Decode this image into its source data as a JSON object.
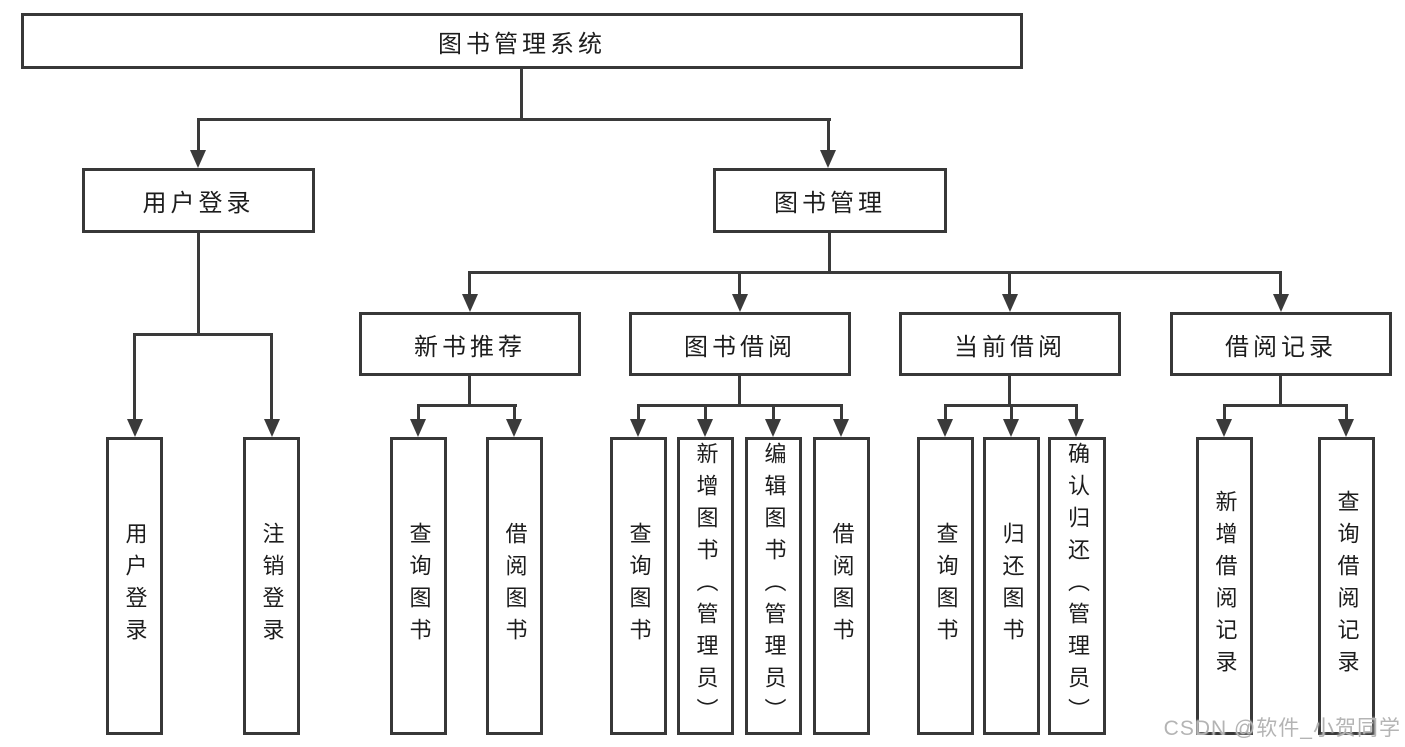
{
  "diagram": {
    "type": "hierarchy-tree",
    "line_color": "#3a3a3a",
    "box_border_color": "#383838",
    "text_color": "#1d1d1d",
    "background": "#ffffff"
  },
  "tree": {
    "root": {
      "label": "图书管理系统",
      "children": [
        {
          "label": "用户登录",
          "children": [
            {
              "label": "用户登录"
            },
            {
              "label": "注销登录"
            }
          ]
        },
        {
          "label": "图书管理",
          "children": [
            {
              "label": "新书推荐",
              "children": [
                {
                  "label": "查询图书"
                },
                {
                  "label": "借阅图书"
                }
              ]
            },
            {
              "label": "图书借阅",
              "children": [
                {
                  "label": "查询图书"
                },
                {
                  "label": "新增图书（管理员）"
                },
                {
                  "label": "编辑图书（管理员）"
                },
                {
                  "label": "借阅图书"
                }
              ]
            },
            {
              "label": "当前借阅",
              "children": [
                {
                  "label": "查询图书"
                },
                {
                  "label": "归还图书"
                },
                {
                  "label": "确认归还（管理员）"
                }
              ]
            },
            {
              "label": "借阅记录",
              "children": [
                {
                  "label": "新增借阅记录"
                },
                {
                  "label": "查询借阅记录"
                }
              ]
            }
          ]
        }
      ]
    }
  },
  "watermark": "CSDN @软件_小贺同学",
  "colors": {
    "watermark": "#b4b4b4"
  }
}
